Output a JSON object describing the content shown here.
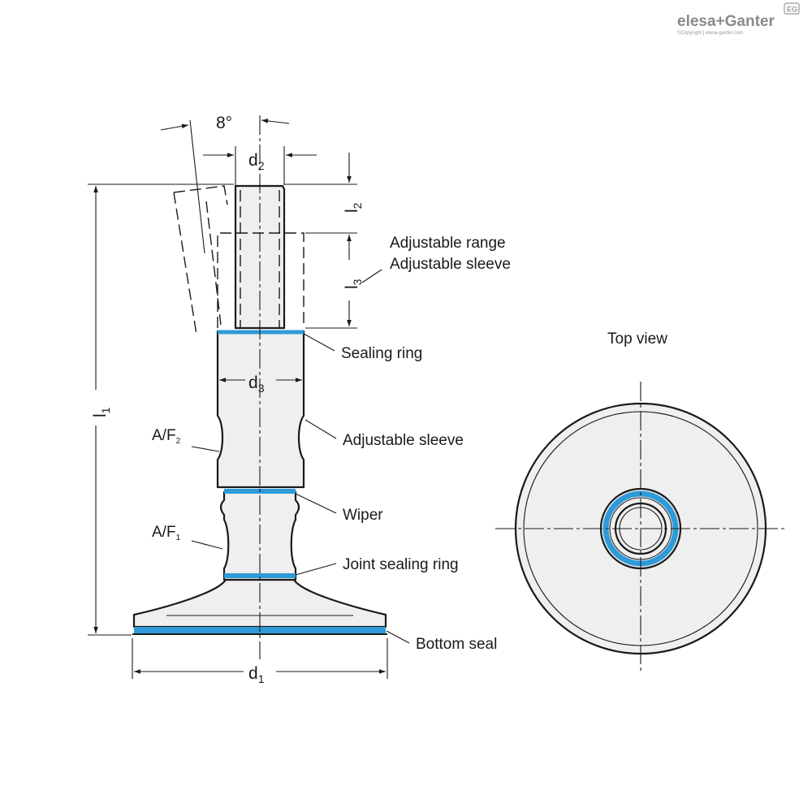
{
  "logo": {
    "brand": "elesa+Ganter",
    "badge": "EG",
    "copyright": "©Copyright | elesa-ganter.com"
  },
  "dimensions": {
    "angle": "8°",
    "d2": {
      "base": "d",
      "sub": "2"
    },
    "d3": {
      "base": "d",
      "sub": "3"
    },
    "d1": {
      "base": "d",
      "sub": "1"
    },
    "l1": {
      "base": "l",
      "sub": "1"
    },
    "l2": {
      "base": "l",
      "sub": "2"
    },
    "l3": {
      "base": "l",
      "sub": "3"
    },
    "af2": {
      "base": "A/F",
      "sub": "2"
    },
    "af1": {
      "base": "A/F",
      "sub": "1"
    }
  },
  "labels": {
    "adjustable_range": "Adjustable range",
    "adjustable_sleeve_top": "Adjustable sleeve",
    "sealing_ring": "Sealing ring",
    "adjustable_sleeve": "Adjustable sleeve",
    "wiper": "Wiper",
    "joint_sealing_ring": "Joint sealing ring",
    "bottom_seal": "Bottom seal",
    "top_view": "Top view"
  },
  "colors": {
    "seal": "#2e9bd8",
    "part_fill": "#efefef",
    "line": "#1a1a1a"
  }
}
